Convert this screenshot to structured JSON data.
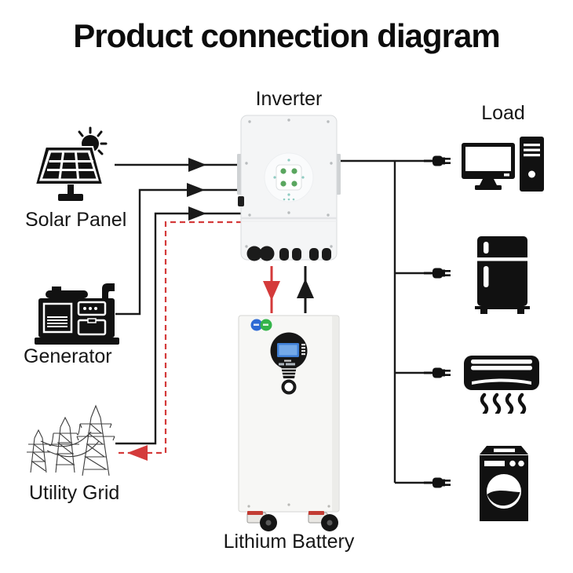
{
  "title": "Product connection diagram",
  "colors": {
    "wire_black": "#1a1a1a",
    "flow_red": "#d43a3a",
    "device_fill": "#f5f6f7",
    "device_border": "#d9dbdd",
    "lcd_blue": "#4f8ce0",
    "battery_logo_blue": "#2e6ad4",
    "battery_logo_green": "#34b44a",
    "wheel_red": "#c23b32"
  },
  "diagram": {
    "inverter": {
      "label": "Inverter"
    },
    "battery": {
      "label": "Lithium Battery"
    },
    "load": {
      "label": "Load",
      "devices": [
        {
          "name": "computer",
          "icon": "computer-icon"
        },
        {
          "name": "refrigerator",
          "icon": "refrigerator-icon"
        },
        {
          "name": "air-conditioner",
          "icon": "air-conditioner-icon"
        },
        {
          "name": "washing-machine",
          "icon": "washing-machine-icon"
        }
      ]
    },
    "sources": [
      {
        "name": "solar-panel",
        "label": "Solar Panel",
        "icon": "solar-panel-icon"
      },
      {
        "name": "generator",
        "label": "Generator",
        "icon": "generator-icon"
      },
      {
        "name": "utility-grid",
        "label": "Utility Grid",
        "icon": "utility-grid-icon"
      }
    ],
    "connections": [
      {
        "from": "solar-panel",
        "to": "inverter",
        "style": "solid-black",
        "arrow": "right"
      },
      {
        "from": "generator",
        "to": "inverter",
        "style": "solid-black",
        "arrow": "right"
      },
      {
        "from": "utility-grid",
        "to": "inverter",
        "style": "solid-black",
        "arrow": "right"
      },
      {
        "from": "inverter",
        "to": "utility-grid",
        "style": "dashed-red",
        "arrow": "left"
      },
      {
        "from": "inverter",
        "to": "lithium-battery",
        "style": "solid-red",
        "arrow": "down"
      },
      {
        "from": "lithium-battery",
        "to": "inverter",
        "style": "solid-black",
        "arrow": "up"
      },
      {
        "from": "inverter",
        "to": "load-devices",
        "style": "solid-black",
        "arrow": "plug"
      }
    ]
  }
}
